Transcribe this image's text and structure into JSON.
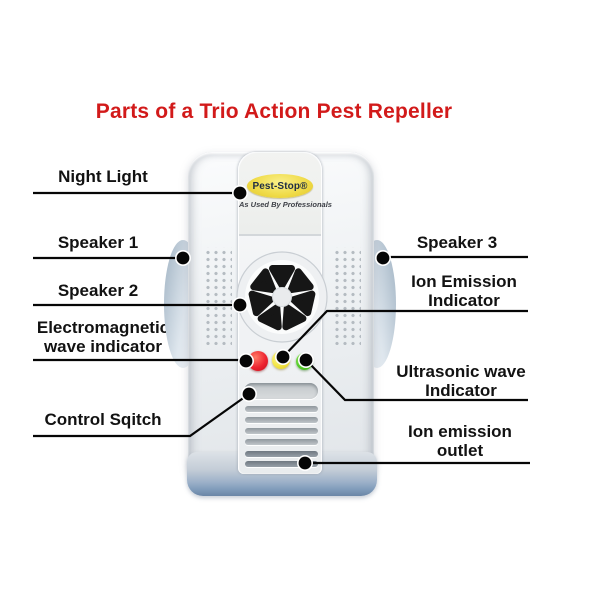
{
  "title": "Parts of a Trio Action Pest Repeller",
  "colors": {
    "title_red": "#d21a1a",
    "led_red": "#ee2430",
    "led_yellow": "#f3e64a",
    "led_green": "#56cc2b",
    "logo_yellow": "#f0dc4a",
    "device_body": "#eef1f3",
    "base_blue": "#7e9ab9"
  },
  "device": {
    "brand": "Pest-Stop®",
    "tagline": "As Used By Professionals"
  },
  "labels": [
    {
      "id": "night-light",
      "text": "Night Light"
    },
    {
      "id": "speaker-1",
      "text": "Speaker 1"
    },
    {
      "id": "speaker-2",
      "text": "Speaker 2"
    },
    {
      "id": "electromagnetic-wave-indicator",
      "text": "Electromagnetic wave indicator"
    },
    {
      "id": "control-switch",
      "text": "Control Sqitch"
    },
    {
      "id": "speaker-3",
      "text": "Speaker 3"
    },
    {
      "id": "ion-emission-indicator",
      "text": "Ion Emission Indicator"
    },
    {
      "id": "ultrasonic-wave-indicator",
      "text": "Ultrasonic wave Indicator"
    },
    {
      "id": "ion-emission-outlet",
      "text": "Ion emission outlet"
    }
  ]
}
